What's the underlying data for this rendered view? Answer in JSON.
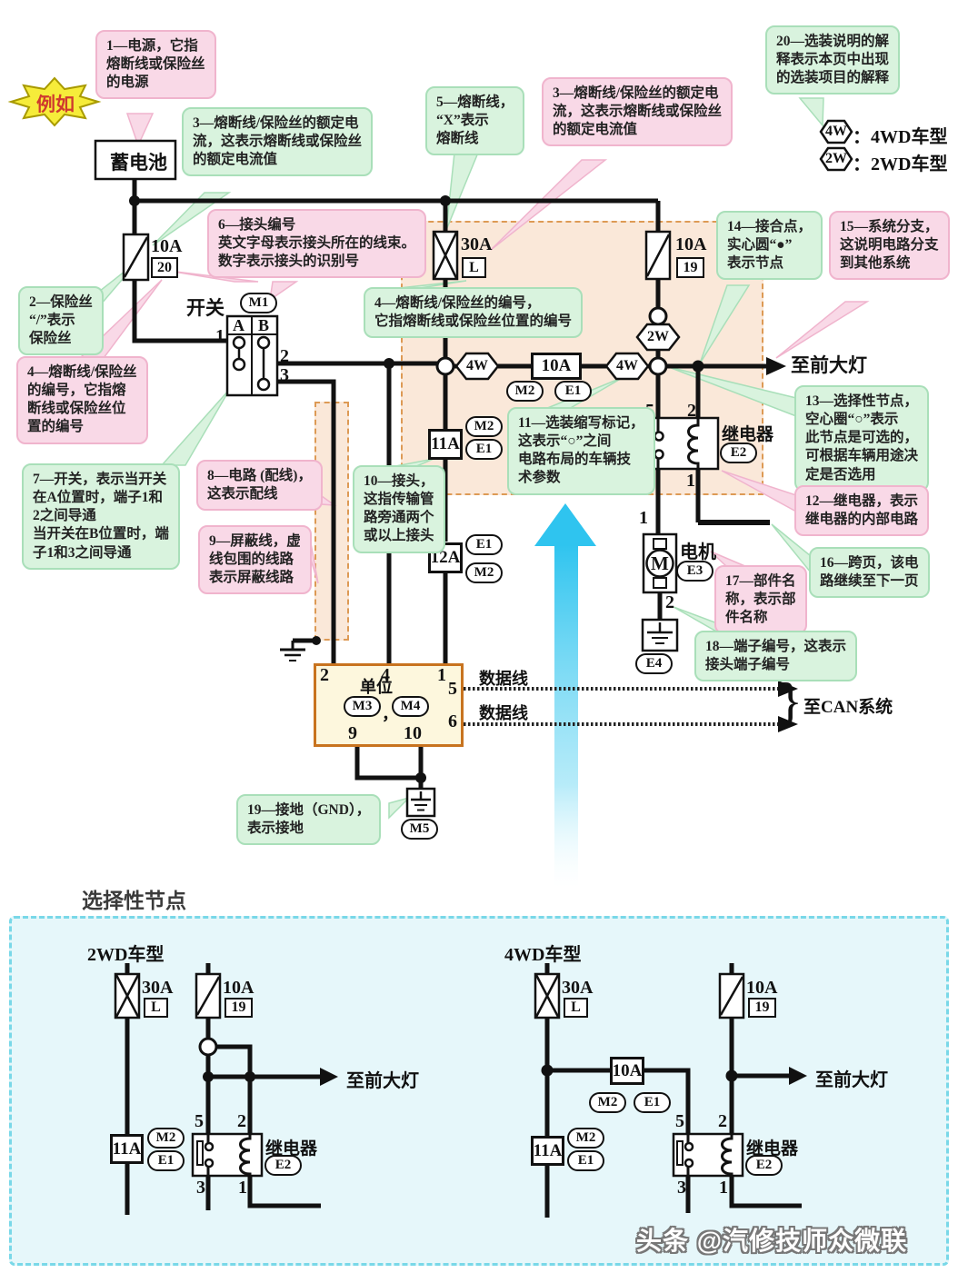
{
  "badge": "例如",
  "legend": {
    "w4": "4W",
    "w4_label": "：4WD车型",
    "w2": "2W",
    "w2_label": "：2WD车型"
  },
  "callouts": {
    "c1": "1—电源，它指\n熔断线或保险丝\n的电源",
    "c2": "2—保险丝\n“/”表示\n保险丝",
    "c3a": "3—熔断线/保险丝的额定电\n流，这表示熔断线或保险丝\n的额定电流值",
    "c3b": "3—熔断线/保险丝的额定电\n流，这表示熔断线或保险丝\n的额定电流值",
    "c4a": "4—熔断线/保险丝\n的编号，它指熔\n断线或保险丝位\n置的编号",
    "c4b": "4—熔断线/保险丝的编号，\n它指熔断线或保险丝位置的编号",
    "c5": "5—熔断线，\n“X”表示\n熔断线",
    "c6": "6—接头编号\n英文字母表示接头所在的线束。\n数字表示接头的识别号",
    "c7": "7—开关，表示当开关\n在A位置时，端子1和\n2之间导通\n当开关在B位置时，端\n子1和3之间导通",
    "c8": "8—电路 (配线)，\n这表示配线",
    "c9": "9—屏蔽线，虚\n线包围的线路\n表示屏蔽线路",
    "c10": "10—接头，\n这指传输管\n路旁通两个\n或以上接头",
    "c11": "11—选装缩写标记，\n这表示“○”之间\n电路布局的车辆技\n术参数",
    "c12": "12—继电器，表示\n继电器的内部电路",
    "c13": "13—选择性节点，\n空心圈“○”表示\n此节点是可选的，\n可根据车辆用途决\n定是否选用",
    "c14": "14—接合点，\n实心圆“●”\n表示节点",
    "c15": "15—系统分支，\n这说明电路分支\n到其他系统",
    "c16": "16—跨页，该电\n路继续至下一页",
    "c17": "17—部件名\n称，表示部\n件名称",
    "c18": "18—端子编号，这表示\n接头端子编号",
    "c19": "19—接地（GND），\n表示接地",
    "c20": "20—选装说明的解\n释表示本页中出现\n的选装项目的解释"
  },
  "labels": {
    "battery": "蓄电池",
    "switch": "开关",
    "unit": "单位",
    "relay": "继电器",
    "motor": "电机",
    "motor_m": "M",
    "headlight": "至前大灯",
    "can": "至CAN系统",
    "dataline": "数据线",
    "heading": "选择性节点",
    "w2d": "2WD车型",
    "w4d": "4WD车型",
    "watermark": "头条 @汽修技师众微联",
    "comma": "，",
    "brace": "}"
  },
  "tags": {
    "M1": "M1",
    "M2": "M2",
    "M3": "M3",
    "M4": "M4",
    "M5": "M5",
    "E1": "E1",
    "E2": "E2",
    "E3": "E3",
    "E4": "E4"
  },
  "nums": {
    "n1": "1",
    "n2": "2",
    "n3": "3",
    "n4": "4",
    "n5": "5",
    "n6": "6",
    "n9": "9",
    "n10": "10"
  },
  "cols": {
    "a": "A",
    "b": "B"
  },
  "fuse": {
    "r10": "10A",
    "r30": "30A",
    "id20": "20",
    "idL": "L",
    "id19": "19",
    "a10": "10A",
    "a11": "11A",
    "a12": "12A"
  }
}
